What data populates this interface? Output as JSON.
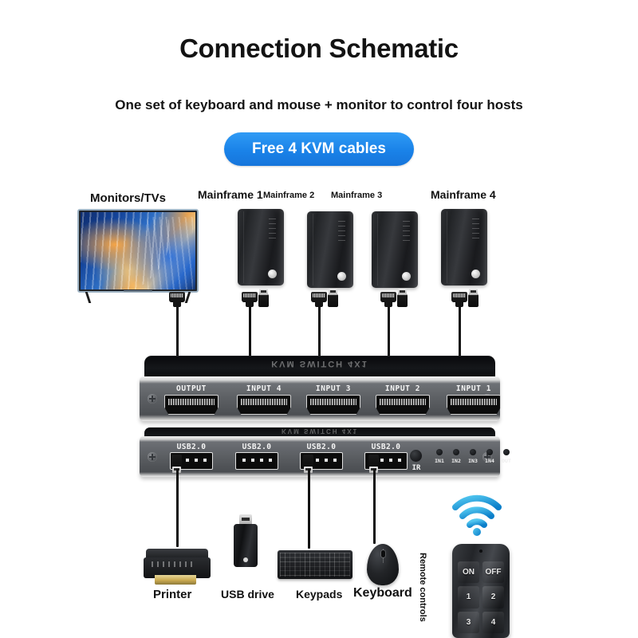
{
  "header": {
    "title": "Connection Schematic",
    "subtitle": "One set of keyboard and mouse + monitor to control four hosts",
    "badge": "Free 4 KVM cables",
    "badge_color": "#1a82e8"
  },
  "sources": {
    "monitor_label": "Monitors/TVs",
    "hosts": [
      {
        "label": "Mainframe 1"
      },
      {
        "label": "Mainframe 2"
      },
      {
        "label": "Mainframe 3"
      },
      {
        "label": "Mainframe 4"
      }
    ]
  },
  "kvm": {
    "hdmi_ports": [
      {
        "label": "OUTPUT"
      },
      {
        "label": "INPUT 4"
      },
      {
        "label": "INPUT 3"
      },
      {
        "label": "INPUT 2"
      },
      {
        "label": "INPUT 1"
      }
    ],
    "usb_ports": [
      {
        "label": "USB2.0"
      },
      {
        "label": "USB2.0"
      },
      {
        "label": "USB2.0"
      },
      {
        "label": "USB2.0"
      }
    ],
    "ir_label": "IR",
    "leds": [
      {
        "label": "IN1"
      },
      {
        "label": "IN2"
      },
      {
        "label": "IN3"
      },
      {
        "label": "IN4"
      },
      {
        "label": "OUT"
      }
    ],
    "top_print": "KVM SWITCH 4X1",
    "usb_top_print": "KVM SWITCH 4X1"
  },
  "peripherals": [
    {
      "label": "Printer"
    },
    {
      "label": "USB drive"
    },
    {
      "label": "Keypads"
    },
    {
      "label": "Keyboard"
    }
  ],
  "remote": {
    "label": "Remote controls",
    "buttons": [
      {
        "label": "ON"
      },
      {
        "label": "OFF"
      },
      {
        "label": "1"
      },
      {
        "label": "2"
      },
      {
        "label": "3"
      },
      {
        "label": "4"
      }
    ],
    "signal_color": "#1e9fe0"
  }
}
